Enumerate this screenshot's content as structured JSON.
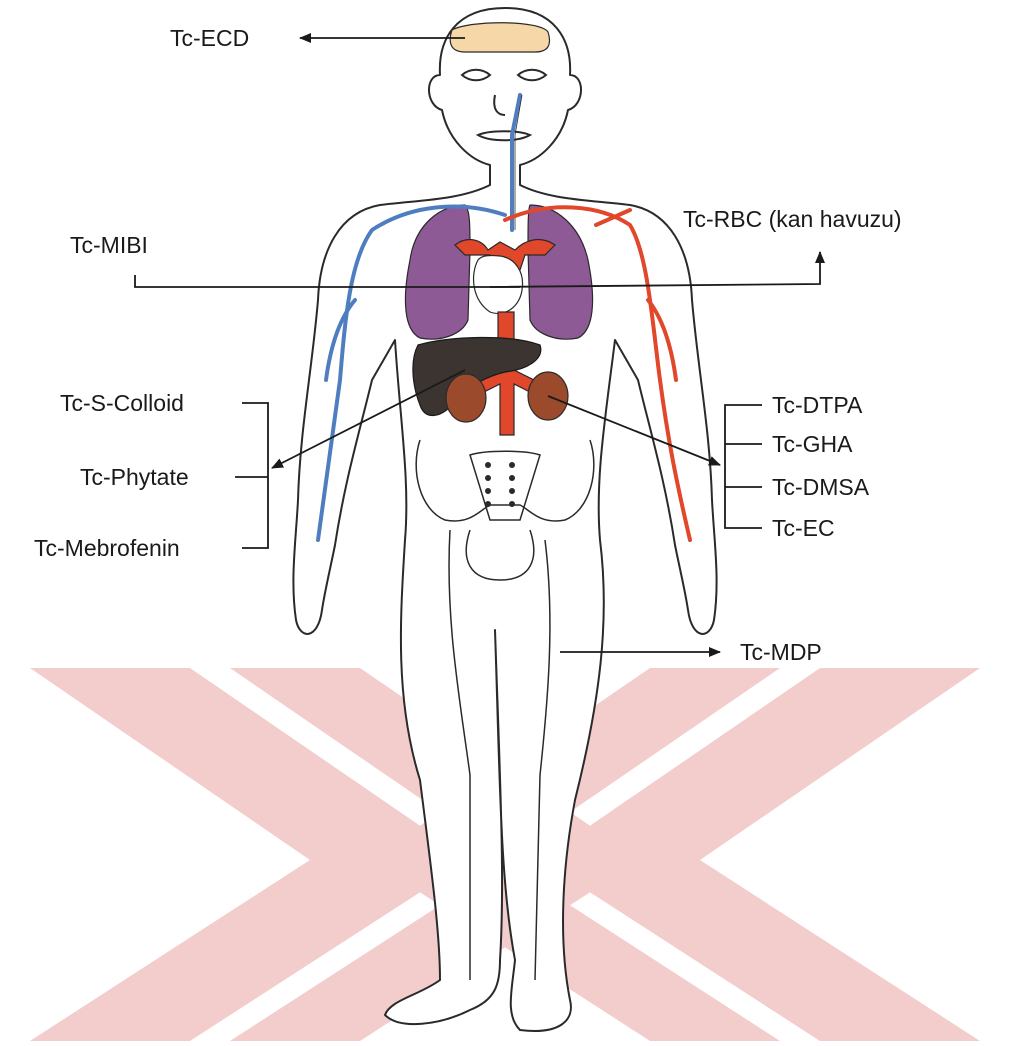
{
  "diagram": {
    "labels": {
      "brain": "Tc-ECD",
      "heart_mibi": "Tc-MIBI",
      "blood_pool": "Tc-RBC (kan havuzu)",
      "liver_1": "Tc-S-Colloid",
      "liver_2": "Tc-Phytate",
      "liver_3": "Tc-Mebrofenin",
      "kidney_1": "Tc-DTPA",
      "kidney_2": "Tc-GHA",
      "kidney_3": "Tc-DMSA",
      "kidney_4": "Tc-EC",
      "bone": "Tc-MDP"
    },
    "colors": {
      "brain": "#f6d8a8",
      "lungs": "#8e5a96",
      "heart_arteries": "#e1472a",
      "veins": "#4f7ec0",
      "liver": "#3b3431",
      "kidneys": "#9b4a2c",
      "watermark": "#f3cccc",
      "outline": "#2a2a2a"
    },
    "watermark_icon": "double-chevron-logo"
  }
}
